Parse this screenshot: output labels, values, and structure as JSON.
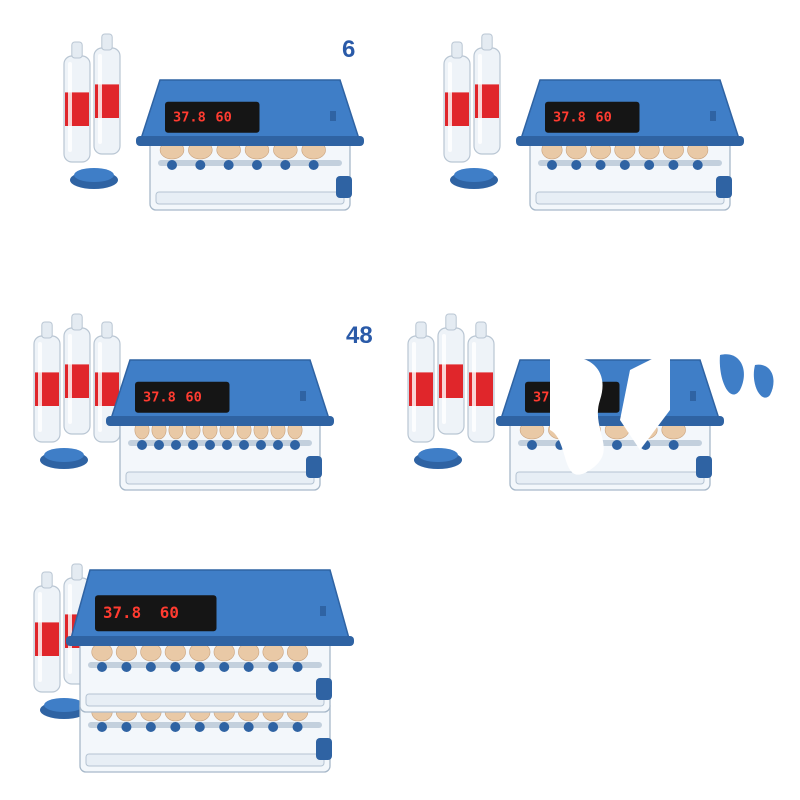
{
  "panels": [
    {
      "label": "6",
      "tiers": 1,
      "eggs_per_row": 6,
      "bottles": 2
    },
    {
      "label": "",
      "tiers": 1,
      "eggs_per_row": 7,
      "bottles": 2
    },
    {
      "label": "48",
      "tiers": 1,
      "eggs_per_row": 10,
      "bottles": 3
    },
    {
      "label": "",
      "tiers": 1,
      "eggs_per_row": 6,
      "bottles": 3,
      "damaged": true
    },
    {
      "label": "",
      "tiers": 2,
      "eggs_per_row": 9,
      "bottles": 3
    }
  ],
  "display": {
    "readout_left": "37.8",
    "readout_right": "60"
  },
  "colors": {
    "lid": "#3f7ec7",
    "lid_dark": "#2f63a3",
    "water": "#e0262b",
    "egg": "#e9c9a6",
    "label": "#2a5aa8"
  }
}
